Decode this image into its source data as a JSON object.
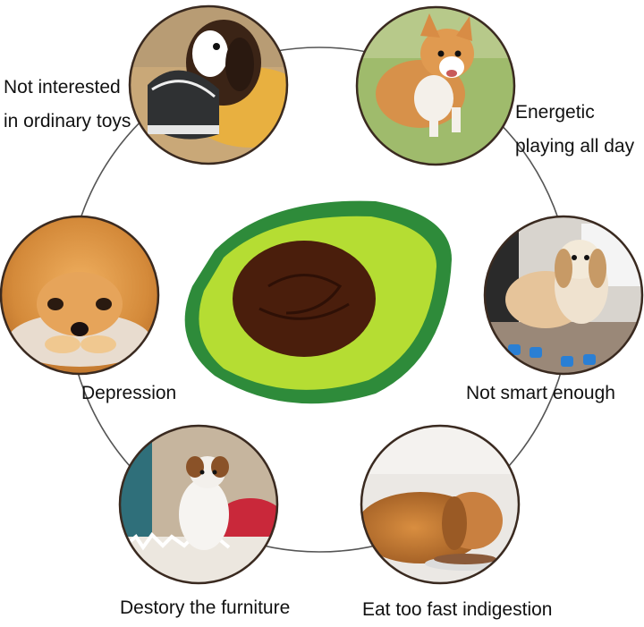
{
  "labels": {
    "not_interested_line1": "Not interested",
    "not_interested_line2": "in ordinary toys",
    "energetic_line1": "Energetic",
    "energetic_line2": "playing all day",
    "depression": "Depression",
    "not_smart": "Not smart enough",
    "destroy": "Destory the furniture",
    "eat_fast": "Eat too fast indigestion"
  },
  "colors": {
    "ring": "#555555",
    "photo_border": "#3a2a20",
    "mat_dark_green": "#2e8b3a",
    "mat_light_green": "#b5dd33",
    "mat_brown": "#4a1e0c"
  }
}
